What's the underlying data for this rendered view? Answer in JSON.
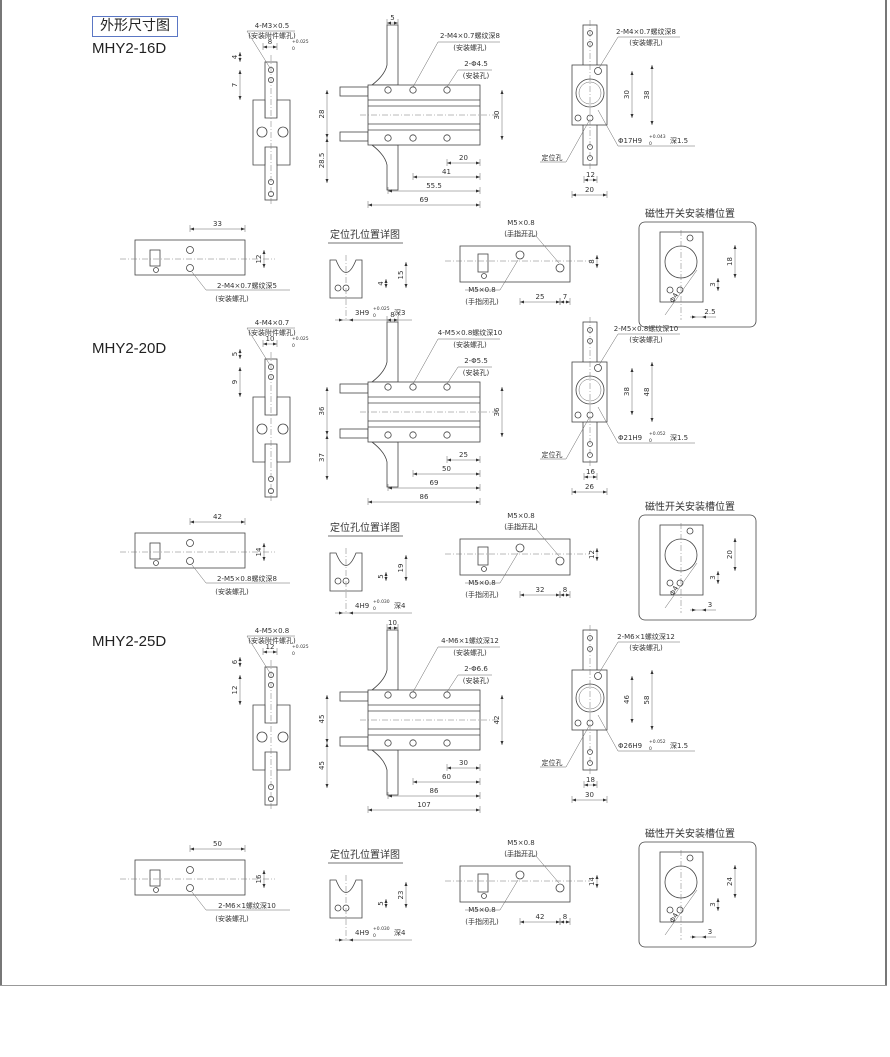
{
  "page_title": "外形尺寸图",
  "common": {
    "mount_note": "(安装螺孔)",
    "attach_note": "(安装附件螺孔)",
    "hole_note": "(安装孔)",
    "pin_hole": "定位孔",
    "detail_title": "定位孔位置详图",
    "switch_title": "磁性开关安装槽位置",
    "finger_open_note": "(手指开孔)",
    "finger_close_note": "(手指闭孔)"
  },
  "sections": [
    {
      "model": "MHY2-16D",
      "front": {
        "thread": "4-M3×0.5",
        "width": "8",
        "tol_up": "+0.025",
        "tol_low": "0",
        "dim_a": "4",
        "dim_b": "7"
      },
      "side": {
        "plate": "5",
        "thread": "2-M4×0.7螺纹深8",
        "hole": "2-Φ4.5",
        "h_upper": "28",
        "h_lower": "28.5",
        "h_right": "30",
        "l1": "20",
        "l2": "41",
        "l3": "55.5",
        "l4": "69"
      },
      "end": {
        "thread": "2-M4×0.7螺纹深8",
        "h1": "30",
        "h2": "38",
        "bore": "Φ17H9",
        "tol_up": "+0.043",
        "tol_low": "0",
        "depth": "深1.5",
        "w1": "12",
        "w2": "20"
      },
      "bottom": {
        "thread": "2-M4×0.7螺纹深5",
        "l": "33",
        "h": "12"
      },
      "detail": {
        "d1": "4",
        "d2": "15",
        "pin": "3H9",
        "tol_up": "+0.025",
        "tol_low": "0",
        "depth": "深3"
      },
      "finger": {
        "open": "M5×0.8",
        "close": "M5×0.8",
        "h": "8",
        "l": "25",
        "e": "7"
      },
      "switch": {
        "h": "18",
        "off": "3",
        "dia": "Φ4",
        "w": "2.5"
      }
    },
    {
      "model": "MHY2-20D",
      "front": {
        "thread": "4-M4×0.7",
        "width": "10",
        "tol_up": "+0.025",
        "tol_low": "0",
        "dim_a": "5",
        "dim_b": "9"
      },
      "side": {
        "plate": "8",
        "thread": "4-M5×0.8螺纹深10",
        "hole": "2-Φ5.5",
        "h_upper": "36",
        "h_lower": "37",
        "h_right": "36",
        "l1": "25",
        "l2": "50",
        "l3": "69",
        "l4": "86"
      },
      "end": {
        "thread": "2-M5×0.8螺纹深10",
        "h1": "38",
        "h2": "48",
        "bore": "Φ21H9",
        "tol_up": "+0.052",
        "tol_low": "0",
        "depth": "深1.5",
        "w1": "16",
        "w2": "26"
      },
      "bottom": {
        "thread": "2-M5×0.8螺纹深8",
        "l": "42",
        "h": "14"
      },
      "detail": {
        "d1": "5",
        "d2": "19",
        "pin": "4H9",
        "tol_up": "+0.030",
        "tol_low": "0",
        "depth": "深4"
      },
      "finger": {
        "open": "M5×0.8",
        "close": "M5×0.8",
        "h": "12",
        "l": "32",
        "e": "8"
      },
      "switch": {
        "h": "20",
        "off": "3",
        "dia": "Φ4",
        "w": "3"
      }
    },
    {
      "model": "MHY2-25D",
      "front": {
        "thread": "4-M5×0.8",
        "width": "12",
        "tol_up": "+0.025",
        "tol_low": "0",
        "dim_a": "6",
        "dim_b": "12"
      },
      "side": {
        "plate": "10",
        "thread": "4-M6×1螺纹深12",
        "hole": "2-Φ6.6",
        "h_upper": "45",
        "h_lower": "45",
        "h_right": "42",
        "l1": "30",
        "l2": "60",
        "l3": "86",
        "l4": "107"
      },
      "end": {
        "thread": "2-M6×1螺纹深12",
        "h1": "46",
        "h2": "58",
        "bore": "Φ26H9",
        "tol_up": "+0.052",
        "tol_low": "0",
        "depth": "深1.5",
        "w1": "18",
        "w2": "30"
      },
      "bottom": {
        "thread": "2-M6×1螺纹深10",
        "l": "50",
        "h": "16"
      },
      "detail": {
        "d1": "5",
        "d2": "23",
        "pin": "4H9",
        "tol_up": "+0.030",
        "tol_low": "0",
        "depth": "深4"
      },
      "finger": {
        "open": "M5×0.8",
        "close": "M5×0.8",
        "h": "14",
        "l": "42",
        "e": "8"
      },
      "switch": {
        "h": "24",
        "off": "3",
        "dia": "Φ4",
        "w": "3"
      }
    }
  ]
}
